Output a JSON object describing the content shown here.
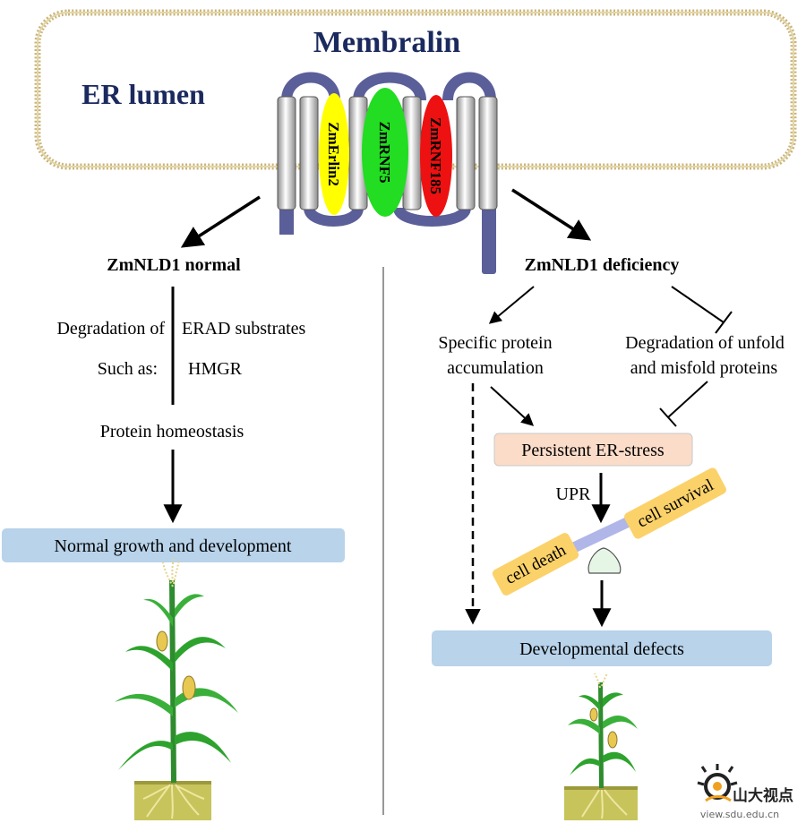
{
  "membrane": {
    "title": "Membralin",
    "lumen_label": "ER lumen"
  },
  "proteins": [
    {
      "label": "ZmErlin2",
      "color": "#ffff00"
    },
    {
      "label": "ZmRNF5",
      "color": "#22dd22"
    },
    {
      "label": "ZmRNF185",
      "color": "#ee1111"
    }
  ],
  "left": {
    "header": "ZmNLD1 normal",
    "degradation_of": "Degradation of",
    "erad_substrates": "ERAD substrates",
    "such_as": "Such as:",
    "hmgr": "HMGR",
    "homeostasis": "Protein homeostasis",
    "outcome": "Normal growth and development"
  },
  "right": {
    "header": "ZmNLD1 deficiency",
    "accum_line1": "Specific protein",
    "accum_line2": "accumulation",
    "degr_line1": "Degradation of unfold",
    "degr_line2": "and misfold proteins",
    "er_stress": "Persistent ER-stress",
    "upr": "UPR",
    "cell_death": "cell death",
    "cell_survival": "cell survival",
    "outcome": "Developmental defects"
  },
  "colors": {
    "membrane": "#c9b47a",
    "helix": "#5a5f99",
    "outcome_box": "#b8d3ea",
    "stress_box": "#fbdcc8",
    "cell_box": "#fbd26a",
    "beam": "#b0b6e8",
    "pivot": "#e6f6e6"
  },
  "watermark": {
    "logo_text": "山大视点",
    "url": "view.sdu.edu.cn"
  }
}
